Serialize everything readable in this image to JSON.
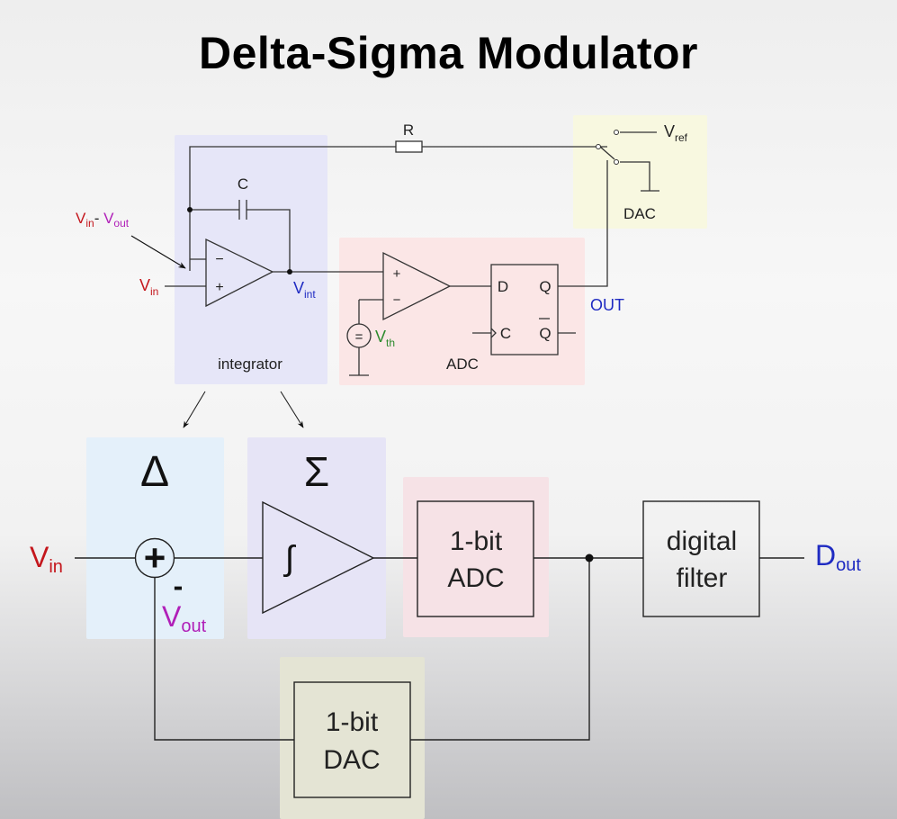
{
  "title": "Delta-Sigma Modulator",
  "colors": {
    "vin": "#c4161c",
    "vout": "#b01fb8",
    "vint": "#1f2bc2",
    "vth": "#2e8b2e",
    "out": "#1f2bc2",
    "dout": "#1f2bc2",
    "integrator_bg": "#e6e6f8",
    "adc_bg": "#fbe6e6",
    "dac_bg": "#f8f8e0",
    "delta_bg": "#e4f0fa",
    "sigma_bg": "#e6e4f6",
    "adc_block_bg": "#f6e2e6",
    "dac_block_bg": "#e4e4d4"
  },
  "circuit": {
    "resistor_label": "R",
    "capacitor_label": "C",
    "diff_label": {
      "a_main": "V",
      "a_sub": "in",
      "sep": "- ",
      "b_main": "V",
      "b_sub": "out"
    },
    "vin_label": {
      "main": "V",
      "sub": "in"
    },
    "vint_label": {
      "main": "V",
      "sub": "int"
    },
    "vth_label": {
      "main": "V",
      "sub": "th"
    },
    "vref_label": {
      "main": "V",
      "sub": "ref"
    },
    "opamp_minus": "−",
    "opamp_plus": "+",
    "comparator_plus": "+",
    "comparator_minus": "−",
    "source_symbol": "=",
    "ff_d": "D",
    "ff_q": "Q",
    "ff_c": "C",
    "ff_qbar": "Q",
    "out_label": "OUT",
    "integrator_label": "integrator",
    "adc_label": "ADC",
    "dac_label": "DAC"
  },
  "block": {
    "delta_symbol": "Δ",
    "sigma_symbol": "Σ",
    "integral_symbol": "∫",
    "sum_plus": "+",
    "sum_minus": "-",
    "vin_label": {
      "main": "V",
      "sub": "in"
    },
    "vout_label": {
      "main": "V",
      "sub": "out"
    },
    "adc_line1": "1-bit",
    "adc_line2": "ADC",
    "filter_line1": "digital",
    "filter_line2": "filter",
    "dac_line1": "1-bit",
    "dac_line2": "DAC",
    "dout_label": {
      "main": "D",
      "sub": "out"
    }
  }
}
